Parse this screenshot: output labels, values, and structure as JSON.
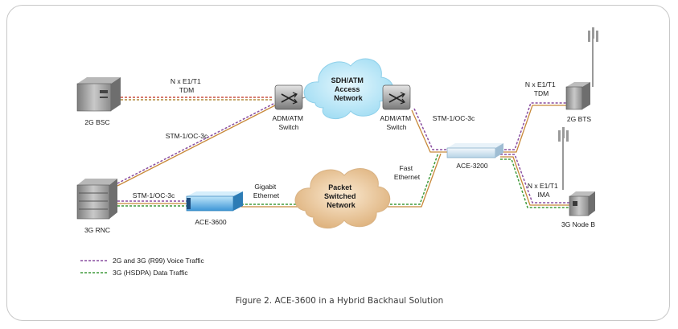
{
  "colors": {
    "voice": "#8a4fa0",
    "data": "#3f9a3a",
    "tdm": "#d24a4a",
    "link": "#c8893a",
    "cloud_blue": "#b9e6f7",
    "cloud_tan": "#e9c89c"
  },
  "devices": {
    "bsc": "2G BSC",
    "rnc": "3G RNC",
    "adm_left": "ADM/ATM\nSwitch",
    "adm_right": "ADM/ATM\nSwitch",
    "ace3600": "ACE-3600",
    "ace3200": "ACE-3200",
    "bts": "2G BTS",
    "nodeb": "3G Node B"
  },
  "clouds": {
    "sdh": "SDH/ATM\nAccess\nNetwork",
    "packet": "Packet\nSwitched\nNetwork"
  },
  "links": {
    "bsc_adm": "N x E1/T1\nTDM",
    "rnc_adm": "STM-1/OC-3c",
    "rnc_ace": "STM-1/OC-3c",
    "ace_packet": "Gigabit\nEthernet",
    "adm_ace3200": "STM-1/OC-3c",
    "packet_ace3200": "Fast\nEthernet",
    "ace3200_bts": "N x E1/T1\nTDM",
    "ace3200_nodeb": "N x E1/T1\nIMA"
  },
  "legend": {
    "voice": "2G and 3G (R99) Voice Traffic",
    "data": "3G (HSDPA) Data Traffic"
  },
  "caption": "Figure 2.  ACE-3600 in a Hybrid Backhaul Solution"
}
